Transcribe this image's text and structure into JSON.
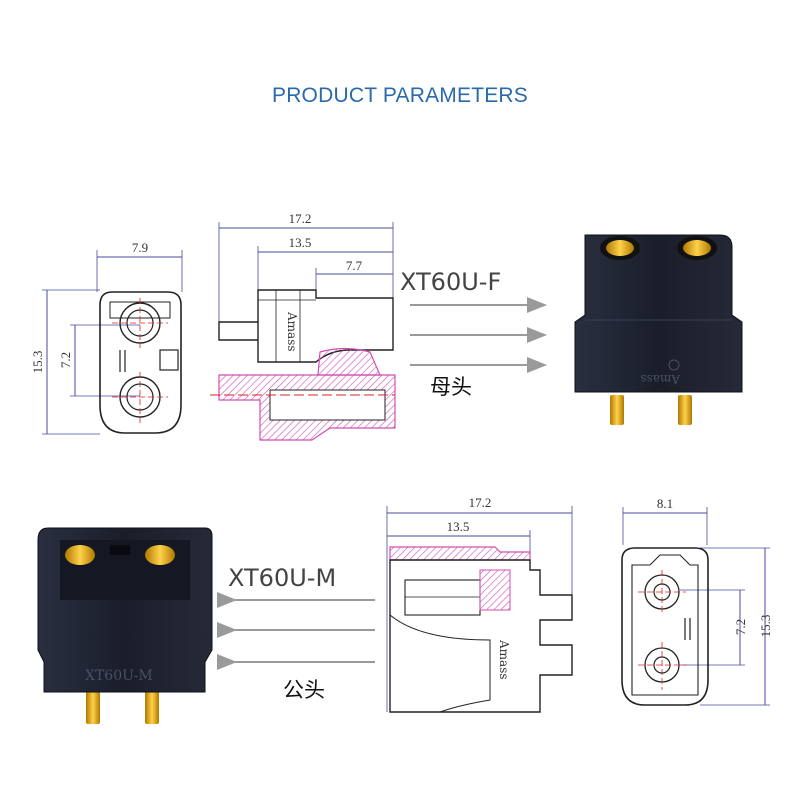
{
  "title": "PRODUCT PARAMETERS",
  "female": {
    "model": "XT60U-F",
    "cn_label": "母头",
    "front_dims": {
      "width": "7.9",
      "height": "15.3",
      "pitch": "7.2"
    },
    "side_dims": {
      "total": "17.2",
      "mid": "13.5",
      "short": "7.7"
    },
    "brand_text": "Amass"
  },
  "male": {
    "model": "XT60U-M",
    "cn_label": "公头",
    "body_text": "XT60U-M",
    "side_dims": {
      "total": "17.2",
      "mid": "13.5"
    },
    "front_dims": {
      "width": "8.1",
      "height": "15.3",
      "pitch": "7.2"
    },
    "brand_text": "Amass"
  },
  "colors": {
    "title": "#2a6aa8",
    "outline": "#222222",
    "dimension_line": "#4a4aa0",
    "section_hatch": "#d04fb0",
    "center_line": "#e02020",
    "connector_body": "#1e2230",
    "gold_pin": "#e0a800"
  }
}
